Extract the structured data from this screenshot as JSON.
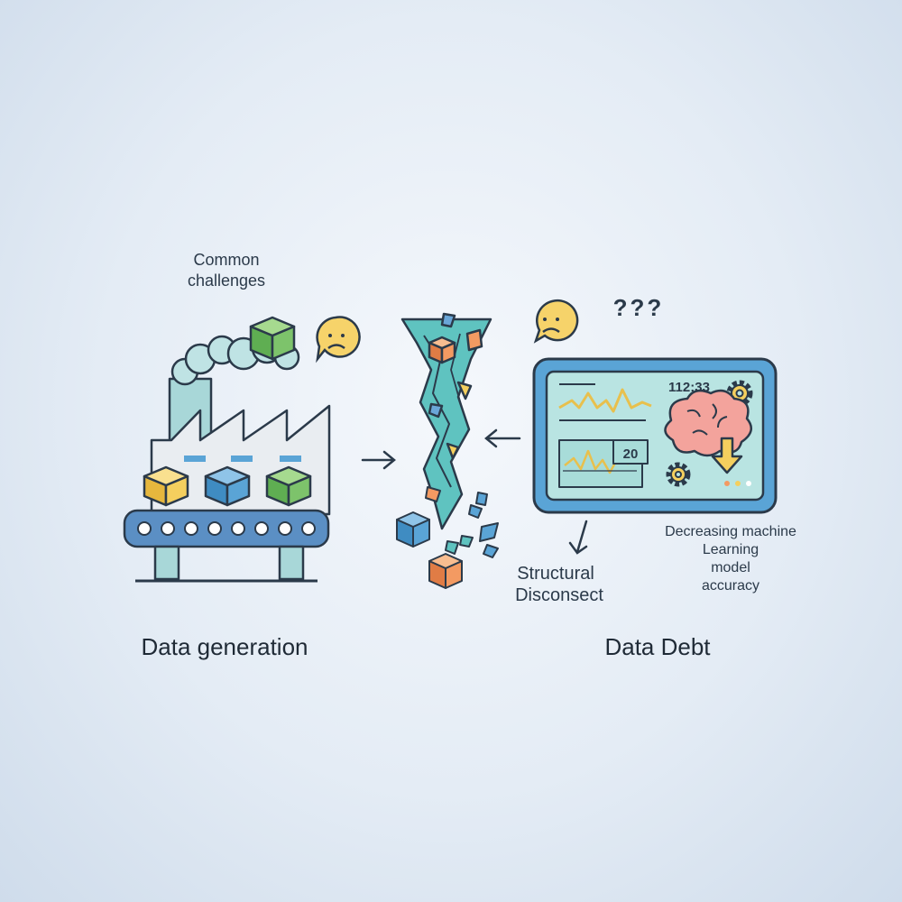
{
  "labels": {
    "common_challenges_line1": "Common",
    "common_challenges_line2": "challenges",
    "question_marks": "???",
    "screen_time": "112:33",
    "screen_value": "20",
    "structural_line1": "Structural",
    "structural_line2": "Disconsect",
    "ml_line1": "Decreasing machine",
    "ml_line2": "Learning",
    "ml_line3": "model",
    "ml_line4": "accuracy",
    "data_generation": "Data generation",
    "data_debt": "Data Debt"
  },
  "colors": {
    "outline": "#2b3a4a",
    "blue": "#5aa4d6",
    "teal": "#5fc3c0",
    "green": "#7dc36b",
    "yellow": "#f4cf5e",
    "orange": "#f39a62",
    "pink": "#f3a39c",
    "belt": "#5b8fc4"
  },
  "icons": [
    "factory-icon",
    "smoke-icon",
    "sad-face-icon",
    "funnel-icon",
    "monitor-icon",
    "brain-icon",
    "gear-icon",
    "arrow-right-icon",
    "arrow-left-icon",
    "arrow-down-icon"
  ]
}
